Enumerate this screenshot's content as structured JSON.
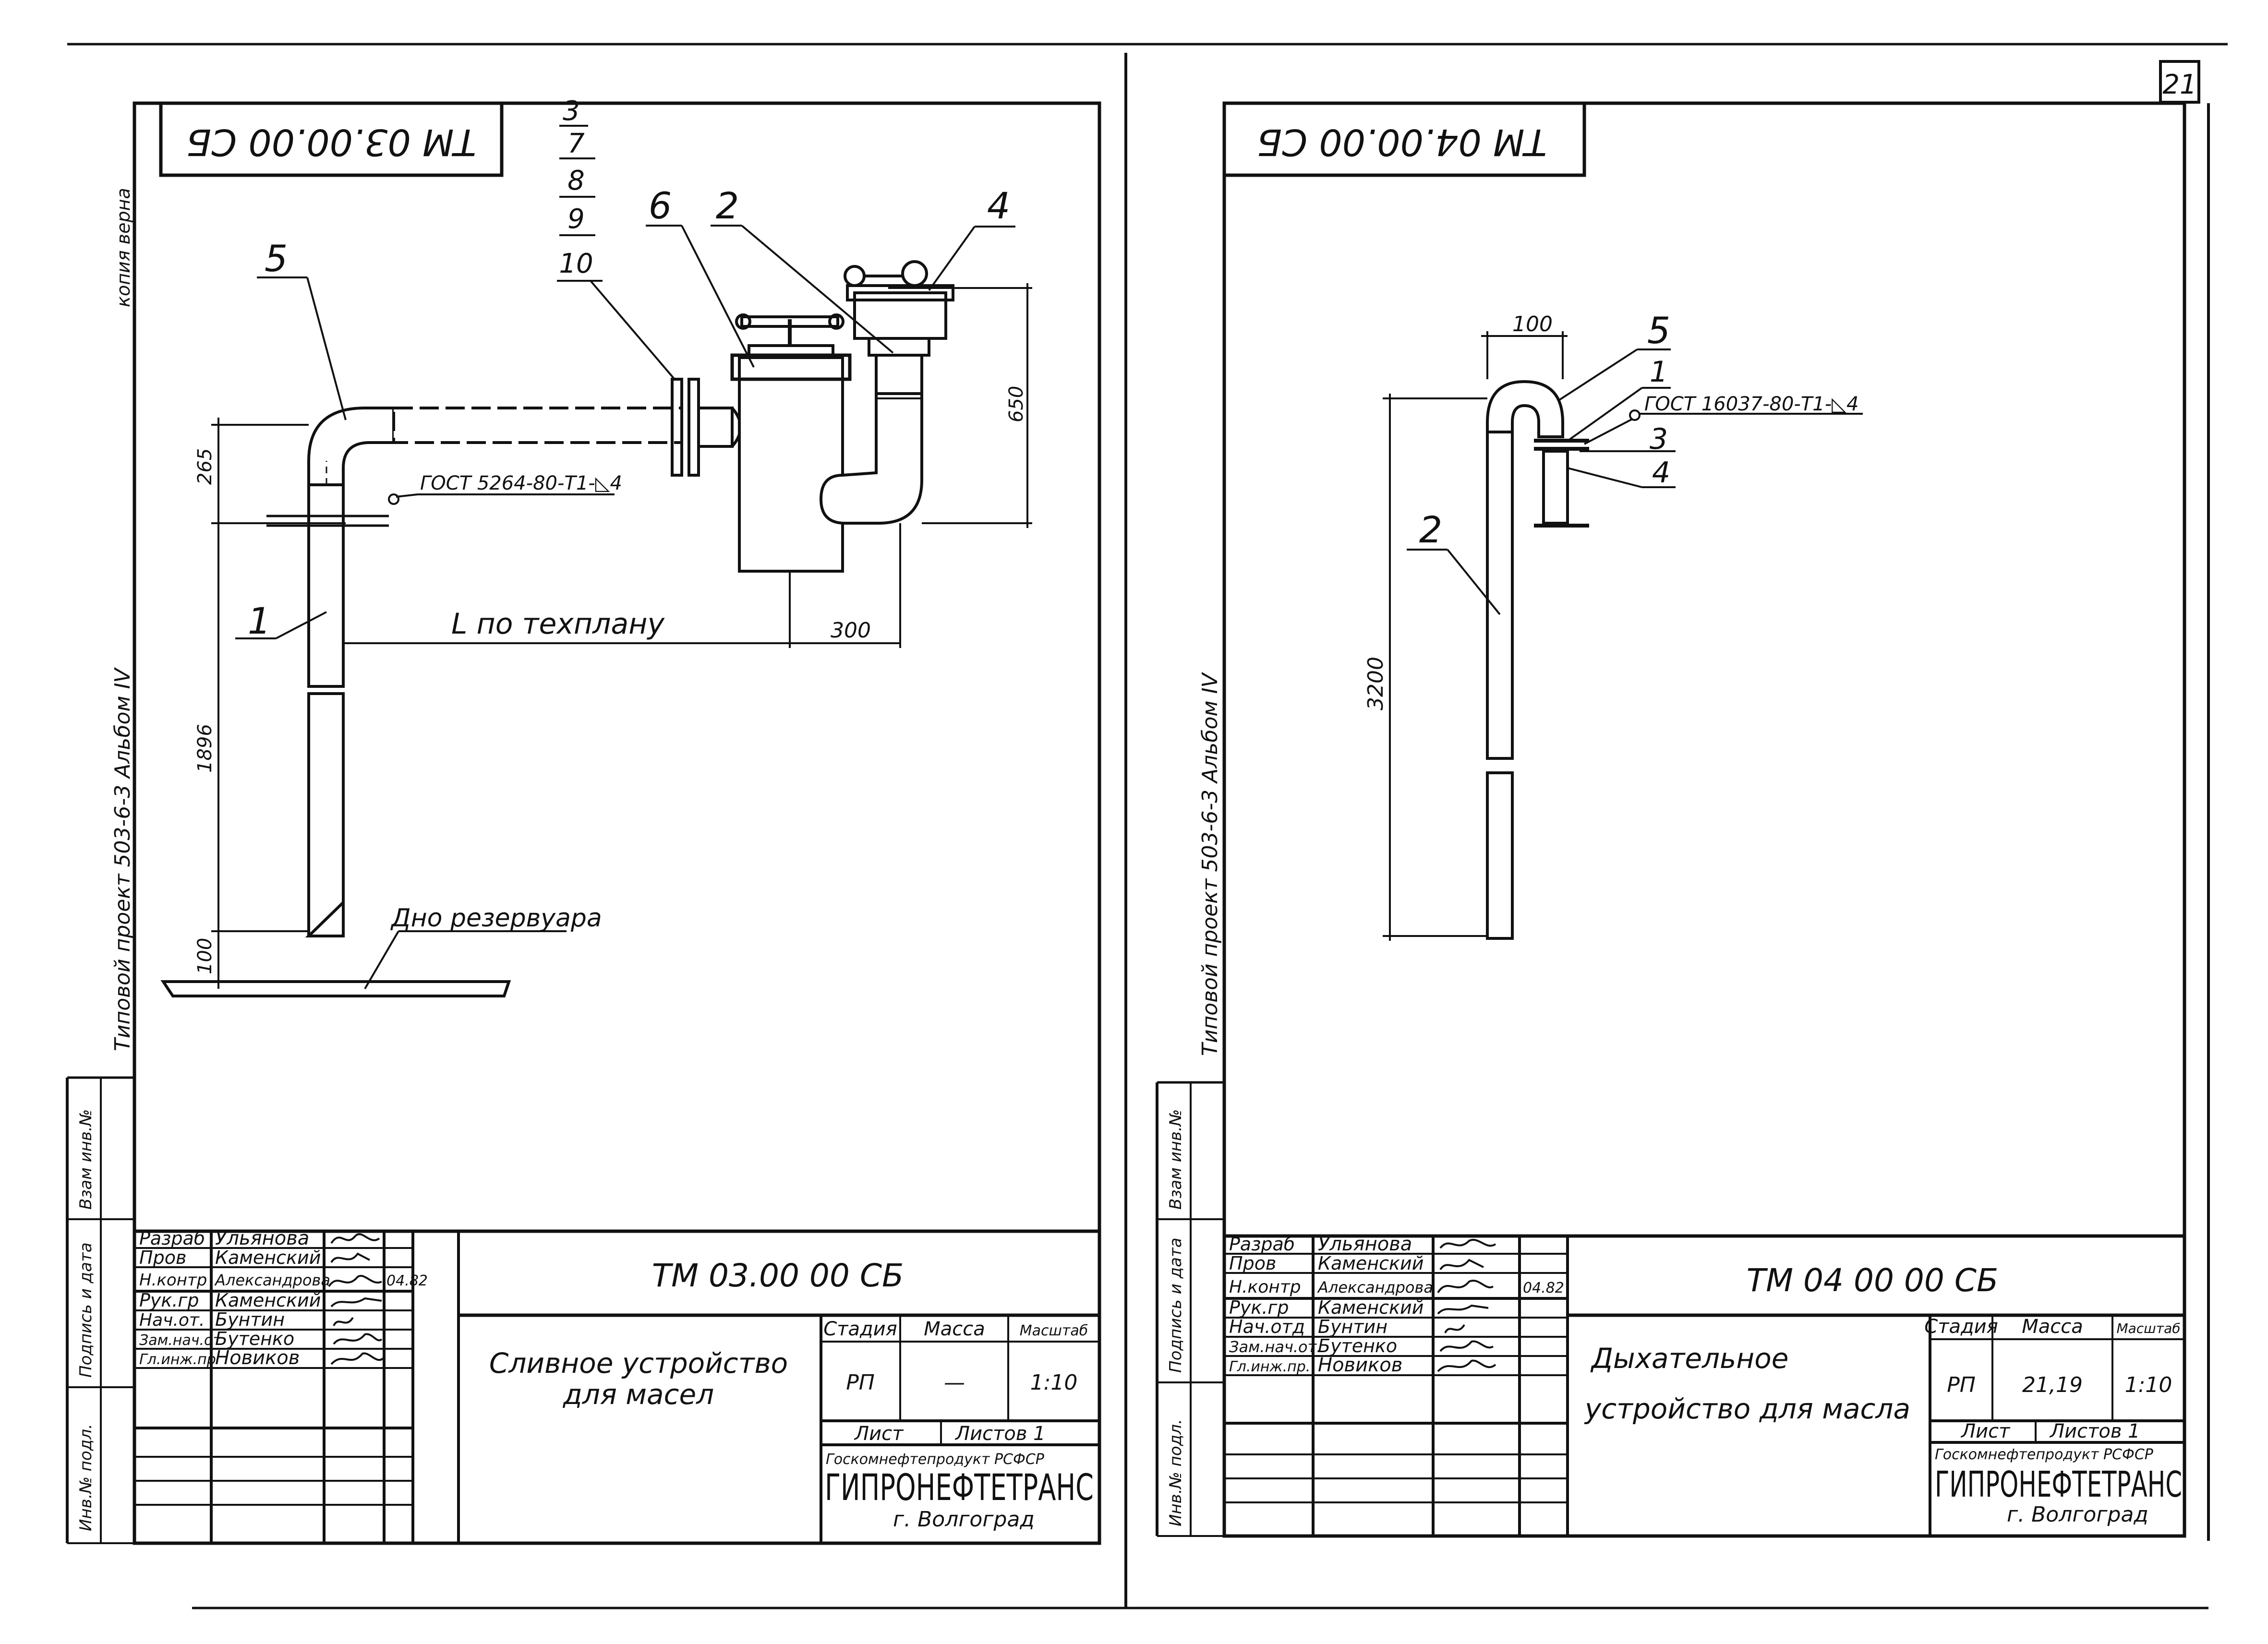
{
  "page_number": "21",
  "left_sheet": {
    "stamp": "ТМ 03.00.00 СБ",
    "side_text": "Типовой проект 503-6-3 Альбом IV",
    "copy_note": "копия верна",
    "callouts": [
      "5",
      "1",
      "6",
      "2",
      "4",
      "3",
      "7",
      "8",
      "9",
      "10"
    ],
    "dims": {
      "d265": "265",
      "d1896": "1896",
      "d100": "100",
      "d650": "650",
      "d300": "300"
    },
    "length_label": "L по техплану",
    "weld_note": "ГОСТ 5264-80-Т1-◺4",
    "bottom_label": "Дно резервуара",
    "margin_labels": [
      "Взам инв.№",
      "Подпись и дата",
      "Инв.№ подл."
    ],
    "title_block": {
      "doc_code": "ТМ 03.00 00 СБ",
      "roles": [
        "Разраб",
        "Пров",
        "Н.контр",
        "Рук.гр",
        "Нач.от.",
        "Зам.нач.от",
        "Гл.инж.пр"
      ],
      "names": [
        "Ульянова",
        "Каменский",
        "Александрова",
        "Каменский",
        "Бунтин",
        "Бутенко",
        "Новиков"
      ],
      "date": "04.82",
      "title_line1": "Сливное устройство",
      "title_line2": "для масел",
      "stage_header": "Стадия",
      "mass_header": "Масса",
      "scale_header": "Масштаб",
      "stage": "РП",
      "mass": "—",
      "scale": "1:10",
      "sheet_label": "Лист",
      "sheets_label": "Листов 1",
      "org1": "Госкомнефтепродукт РСФСР",
      "org2": "ГИПРОНЕФТЕТРАНС",
      "org3": "г. Волгоград"
    }
  },
  "right_sheet": {
    "stamp": "ТМ 04.00.00 СБ",
    "side_text": "Типовой проект 503-6-3 Альбом IV",
    "callouts": [
      "5",
      "1",
      "3",
      "4",
      "2"
    ],
    "dims": {
      "d100": "100",
      "d3200": "3200"
    },
    "weld_note": "ГОСТ 16037-80-Т1-◺4",
    "margin_labels": [
      "Взам инв.№",
      "Подпись и дата",
      "Инв.№ подл."
    ],
    "title_block": {
      "doc_code": "ТМ 04 00 00 СБ",
      "roles": [
        "Разраб",
        "Пров",
        "Н.контр",
        "Рук.гр",
        "Нач.отд",
        "Зам.нач.от.",
        "Гл.инж.пр."
      ],
      "names": [
        "Ульянова",
        "Каменский",
        "Александрова",
        "Каменский",
        "Бунтин",
        "Бутенко",
        "Новиков"
      ],
      "date": "04.82",
      "title_line1": "Дыхательное",
      "title_line2": "устройство для масла",
      "stage_header": "Стадия",
      "mass_header": "Масса",
      "scale_header": "Масштаб",
      "stage": "РП",
      "mass": "21,19",
      "scale": "1:10",
      "sheet_label": "Лист",
      "sheets_label": "Листов 1",
      "org1": "Госкомнефтепродукт РСФСР",
      "org2": "ГИПРОНЕФТЕТРАНС",
      "org3": "г. Волгоград"
    }
  }
}
